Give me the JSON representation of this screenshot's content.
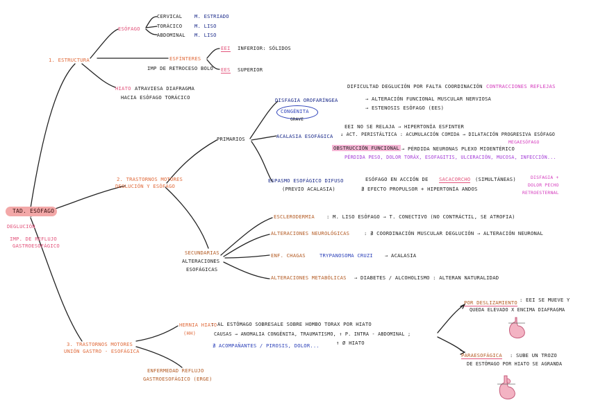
{
  "root": {
    "title": "TAD. ESÓFAGO"
  },
  "root_sub": {
    "line1": "DEGLUCIÓN",
    "line2": "IMP. DE REFLUJO",
    "line3": "GASTROESOFÁGICO"
  },
  "estructura": {
    "title": "1. ESTRUCTURA",
    "esofago": {
      "label": "ESÓFAGO",
      "items": [
        {
          "region": "CERVICAL",
          "type": "M. ESTRIADO"
        },
        {
          "region": "TORÁCICO",
          "type": "M. LISO"
        },
        {
          "region": "ABDOMINAL",
          "type": "M. LISO"
        }
      ]
    },
    "esfinteres": {
      "label": "ESFÍNTERES",
      "sub": "IMP DE RETROCESO BOLO",
      "eei": "EEI",
      "eei_desc": "INFERIOR: SÓLIDOS",
      "ees": "EES",
      "ees_desc": "SUPERIOR"
    },
    "hiato": {
      "label": "HIATO",
      "desc1": "ATRAVIESA DIAFRAGMA",
      "desc2": "HACIA ESÓFAGO TORÁCICO"
    }
  },
  "trastornos_motores": {
    "title1": "2. TRASTORNOS MOTORES",
    "title2": "DEGLUCIÓN Y ESÓFAGO",
    "primarios": {
      "label": "PRIMARIOS",
      "disfagia": {
        "label": "DISFAGIA OROFARÍNGEA",
        "line1": "DIFICULTAD DEGLUCIÓN POR FALTA COORDINACIÓN",
        "line1_hl": "CONTRACCIONES REFLEJAS",
        "bullet1": "→ ALTERACIÓN FUNCIONAL MUSCULAR NERVIOSA",
        "bullet2": "→ ESTENOSIS ESÓFAGO (EES)",
        "oval": "CONGÉNITA",
        "oval_sub": "GRAVE"
      },
      "acalasia": {
        "label": "ACALASIA ESOFÁGICA",
        "line1": "EEI NO SE RELAJA → HIPERTONÍA ESFINTER",
        "line2": "↓ ACT. PERISTÁLTICA : ACUMULACIÓN COMIDA → DILATACIÓN PROGRESIVA ESÓFAGO",
        "line2_sub": "MEGAESÓFAGO",
        "line3_hl": "OBSTRUCCIÓN FUNCIONAL",
        "line3": "→ PÉRDIDA NEURONAS PLEXO MIOENTÉRICO",
        "line4": "PÉRDIDA PESO, DOLOR TORÁX, ESOFAGITIS, ULCERACIÓN, MUCOSA, INFECCIÓN..."
      },
      "espasmo": {
        "label": "ESPASMO ESOFÁGICO DIFUSO",
        "sub": "(PREVIO ACALASIA)",
        "line1": "ESÓFAGO EN ACCIÓN DE",
        "line1_hl": "SACACORCHO",
        "line1_tail": "(SIMULTÁNEAS)",
        "line2": "∄ EFECTO PROPULSOR + HIPERTONÍA ANDOS",
        "side1": "DISFAGIA +",
        "side2": "DOLOR PECHO",
        "side3": "RETROESTERNAL"
      }
    },
    "secundarias": {
      "label1": "SECUNDARIAS",
      "label2": "ALTERACIONES",
      "label3": "ESOFÁGICAS",
      "items": [
        {
          "label": "ESCLERODERMIA",
          "desc": ": M. LISO ESÓFAGO → T. CONECTIVO (NO CONTRÁCTIL, SE ATROFIA)"
        },
        {
          "label": "ALTERACIONES NEUROLÓGICAS",
          "desc": ": ∄ COORDINACIÓN MUSCULAR DEGLUCIÓN → ALTERACIÓN NEURONAL"
        },
        {
          "label": "ENF. CHAGAS",
          "desc_hl": "TRYPANOSOMA CRUZI",
          "desc": "→ ACALASIA"
        },
        {
          "label": "ALTERACIONES METABÓLICAS",
          "desc": "→ DIABETES / ALCOHOLISMO : ALTERAN NATURALIDAD"
        }
      ]
    }
  },
  "trastornos_gastro": {
    "title1": "3. TRASTORNOS MOTORES",
    "title2": "UNIÓN GASTRO - ESOFÁGICA",
    "hernia": {
      "label": "HERNIA HIATO",
      "label_sub": "(HH)",
      "line1": ": AL ESTÓMAGO SOBRESALE SOBRE HOMBO TORAX POR HIATO",
      "line2": "CAUSAS → ANOMALIA CONGÉNITA, TRAUMATISMO, ↑ P. INTRA - ABDOMINAL ;",
      "line3": "∄ ACOMPAÑANTES / PIROSIS, DOLOR...",
      "line3_tail": "↑ Ø HIATO",
      "desliz": {
        "label": "POR DESLIZAMIENTO",
        "line1": ": EEI SE MUEVE Y",
        "line2": "QUEDA ELEVADO X ENCIMA DIAFRAGMA"
      },
      "paraesof": {
        "label": "PARAESOFÁGICA",
        "line1": ": SUBE UN TROZO",
        "line2": "DE ESTÓMAGO POR HIATO SE AGRANDA"
      }
    },
    "erge": {
      "line1": "ENFERMEDAD REFLUJO",
      "line2": "GASTROESOFÁGICO (ERGE)"
    }
  },
  "colors": {
    "pink": "#e2527a",
    "orange": "#e06a3a",
    "brown": "#b35a22",
    "blue": "#2a3fb8",
    "purple": "#a23ad6",
    "highlight": "#f6b7d6",
    "badge": "#f3a8a8"
  }
}
